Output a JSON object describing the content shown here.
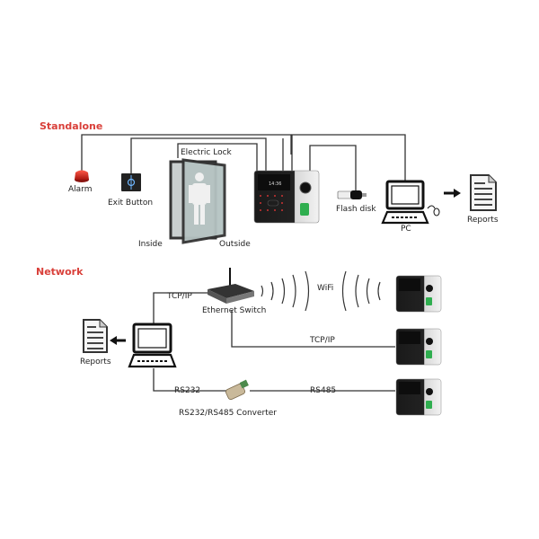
{
  "standalone": {
    "title": "Standalone",
    "labels": {
      "alarm": "Alarm",
      "exit_button": "Exit Button",
      "electric_lock": "Electric Lock",
      "inside": "Inside",
      "outside": "Outside",
      "flash_disk": "Flash disk",
      "pc": "PC",
      "reports": "Reports"
    }
  },
  "network": {
    "title": "Network",
    "labels": {
      "tcpip_top": "TCP/IP",
      "ethernet_switch": "Ethernet Switch",
      "wifi": "WiFi",
      "tcpip_mid": "TCP/IP",
      "reports": "Reports",
      "rs232": "RS232",
      "rs485": "RS485",
      "converter": "RS232/RS485 Converter"
    }
  },
  "colors": {
    "accent": "#d9403a",
    "line": "#333333"
  }
}
